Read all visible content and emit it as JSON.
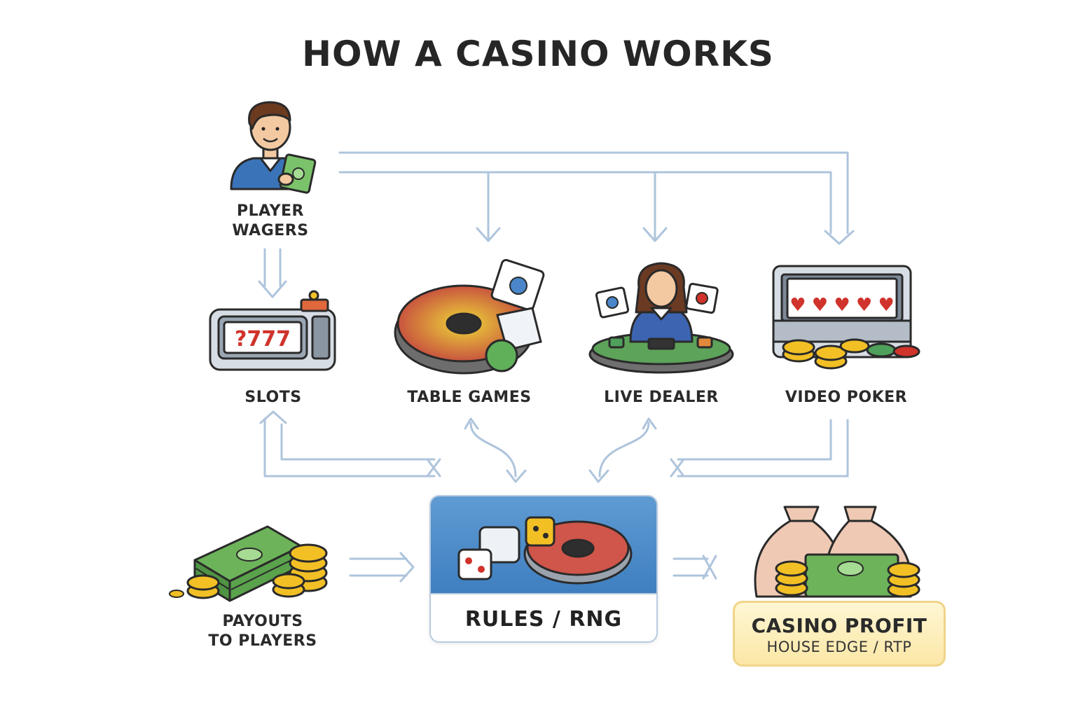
{
  "title": "HOW A CASINO WORKS",
  "nodes": {
    "player": "PLAYER WAGERS",
    "slots": "SLOTS",
    "table_games": "TABLE GAMES",
    "live_dealer": "LIVE DEALER",
    "video_poker": "VIDEO POKER",
    "payouts": "PAYOUTS TO PLAYERS",
    "rules": "RULES / RNG",
    "profit_title": "CASINO PROFIT",
    "profit_sub": "HOUSE EDGE / RTP"
  },
  "slot_reels": "?777",
  "colors": {
    "arrow": "#aec4dc",
    "rng_panel": "#4a88c8",
    "profit_fill": "#fbe9ad",
    "profit_border": "#efd488",
    "cash": "#6db35a",
    "coin": "#f2c025"
  }
}
